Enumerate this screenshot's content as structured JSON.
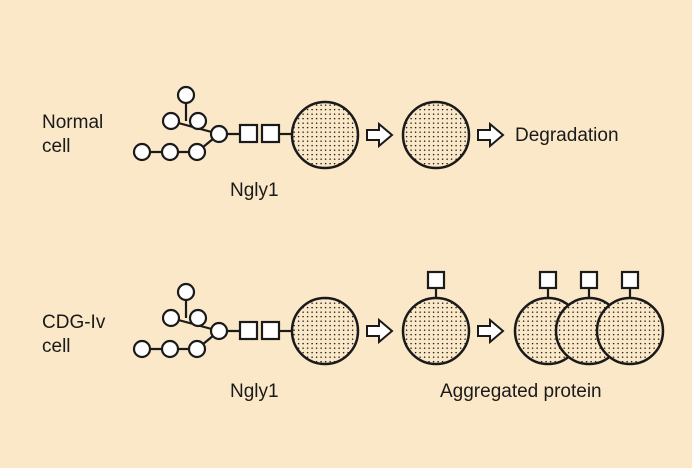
{
  "colors": {
    "background": "#fbe8c8",
    "stroke": "#1a1a1a",
    "shape_fill": "#ffffff",
    "protein_fill": "#fbe8c8"
  },
  "rows": [
    {
      "cell_label": [
        "Normal",
        "cell"
      ],
      "enzyme_label": "Ngly1",
      "outcome_label": "Degradation"
    },
    {
      "cell_label": [
        "CDG-Iv",
        "cell"
      ],
      "enzyme_label": "Ngly1",
      "outcome_label": "Aggregated protein"
    }
  ],
  "icons": [
    "glycan-tree-icon",
    "protein-sphere-icon",
    "right-arrow-icon",
    "attached-sugar-icon"
  ]
}
